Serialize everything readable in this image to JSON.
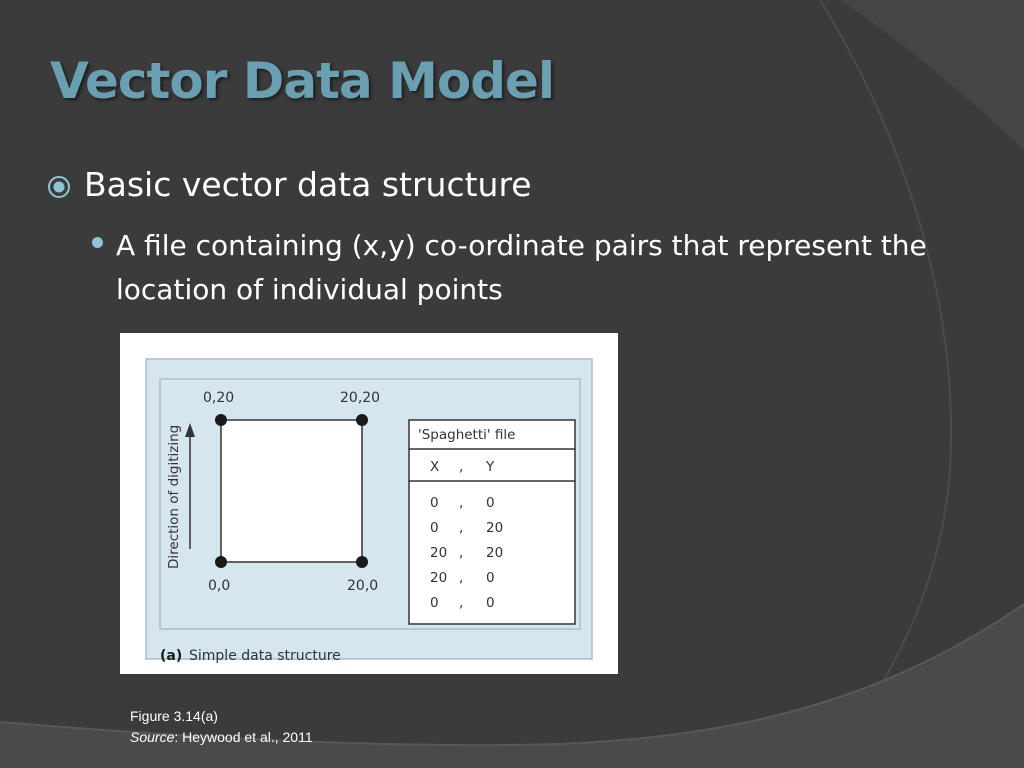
{
  "slide": {
    "title": "Vector Data Model",
    "bullet_level1": "Basic vector data structure",
    "bullet_level2": "A file containing (x,y) co-ordinate pairs that represent the location of individual points"
  },
  "figure": {
    "corner_labels": {
      "top_left": "0,20",
      "top_right": "20,20",
      "bottom_left": "0,0",
      "bottom_right": "20,0"
    },
    "direction_label": "Direction of digitizing",
    "table_title": "'Spaghetti' file",
    "table_header": {
      "x": "X",
      "sep": ",",
      "y": "Y"
    },
    "table_rows": [
      {
        "x": "0",
        "sep": ",",
        "y": "0"
      },
      {
        "x": "0",
        "sep": ",",
        "y": "20"
      },
      {
        "x": "20",
        "sep": ",",
        "y": "20"
      },
      {
        "x": "20",
        "sep": ",",
        "y": "0"
      },
      {
        "x": "0",
        "sep": ",",
        "y": "0"
      }
    ],
    "panel_letter": "(a)",
    "panel_caption": "Simple data structure"
  },
  "caption": {
    "figure_ref": "Figure 3.14(a)",
    "source_label": "Source",
    "source_text": ": Heywood et al., 2011"
  },
  "colors": {
    "background": "#3b3b3b",
    "title": "#6a9fb2",
    "bullet_accent": "#8fc3d8",
    "figure_panel": "#d5e6ee"
  }
}
